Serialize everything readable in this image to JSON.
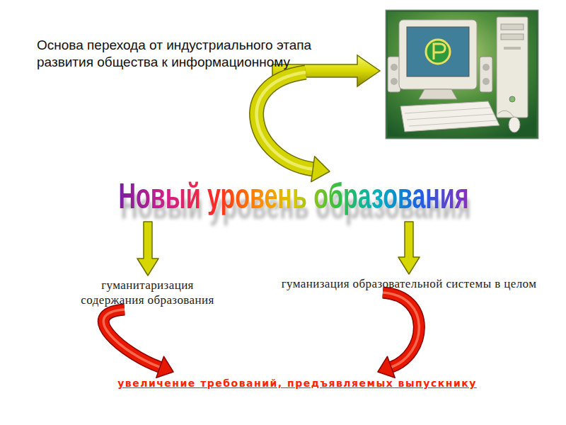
{
  "diagram": {
    "nodes": [
      {
        "text": [
          "Основа перехода от индустриального этапа развития общества к информационному"
        ]
      },
      {
        "text": [
          "Новый уровень образования"
        ]
      },
      {
        "text": [
          "гуманитаризация содержания образования"
        ]
      },
      {
        "text": [
          "гуманизация образовательной системы в целом"
        ]
      },
      {
        "text": [
          "увеличение требований, предъявляемых выпускнику"
        ]
      }
    ],
    "edges": [
      {
        "from": 0,
        "to": 1,
        "arrow": "to"
      },
      {
        "from": 1,
        "to": 2,
        "arrow": "to"
      },
      {
        "from": 1,
        "to": 3,
        "arrow": "to"
      },
      {
        "from": 2,
        "to": 4,
        "arrow": "to"
      },
      {
        "from": 3,
        "to": 4,
        "arrow": "to"
      }
    ]
  }
}
